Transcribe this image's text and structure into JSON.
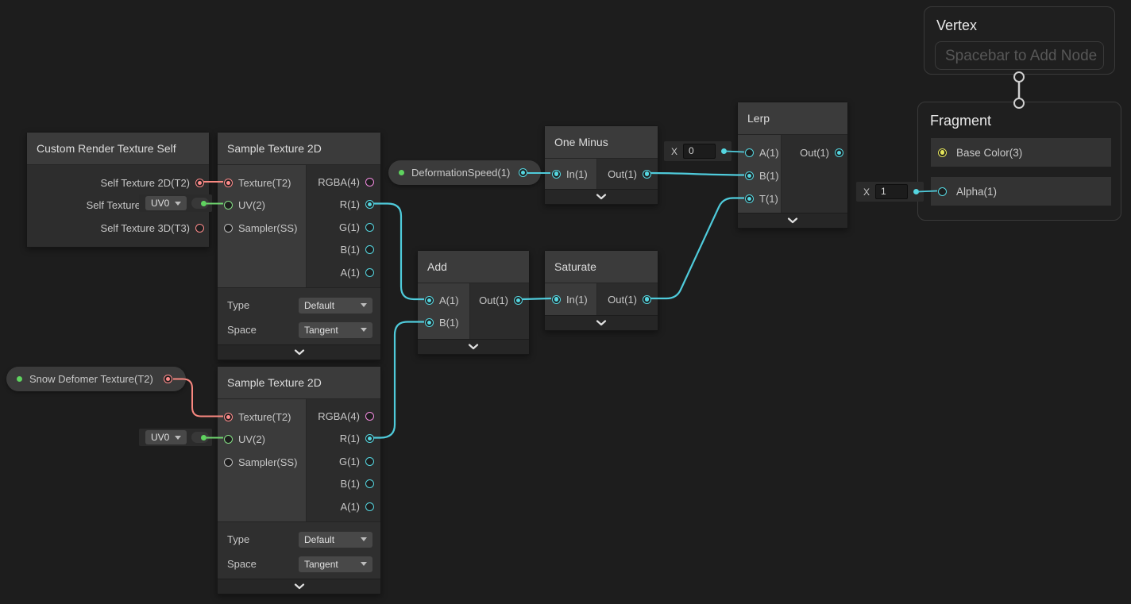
{
  "colors": {
    "canvas_bg": "#1D1D1D",
    "node_bg": "#2C2C2C",
    "node_header_bg": "#3B3B3B",
    "port_float_cyan": "#55D6E0",
    "port_vector2_green": "#84DE84",
    "port_texture_salmon": "#FF8B8B",
    "port_vector4_pink": "#F28BDF",
    "port_vector3_yellow": "#E5E55B",
    "property_dot_green": "#5FD35F",
    "edge_gradient_end": "#D8DE8C",
    "stack_connector_white": "#CFCFCF"
  },
  "nodes": {
    "custom_render_texture_self": {
      "title": "Custom Render Texture Self",
      "outputs": [
        "Self Texture 2D(T2)",
        "Self Texture",
        "Self Texture 3D(T3)"
      ]
    },
    "sample_texture_1": {
      "title": "Sample Texture 2D",
      "inputs": [
        "Texture(T2)",
        "UV(2)",
        "Sampler(SS)"
      ],
      "outputs": [
        "RGBA(4)",
        "R(1)",
        "G(1)",
        "B(1)",
        "A(1)"
      ],
      "controls": [
        {
          "label": "Type",
          "value": "Default"
        },
        {
          "label": "Space",
          "value": "Tangent"
        }
      ]
    },
    "sample_texture_2": {
      "title": "Sample Texture 2D",
      "inputs": [
        "Texture(T2)",
        "UV(2)",
        "Sampler(SS)"
      ],
      "outputs": [
        "RGBA(4)",
        "R(1)",
        "G(1)",
        "B(1)",
        "A(1)"
      ],
      "controls": [
        {
          "label": "Type",
          "value": "Default"
        },
        {
          "label": "Space",
          "value": "Tangent"
        }
      ]
    },
    "add": {
      "title": "Add",
      "inputs": [
        "A(1)",
        "B(1)"
      ],
      "output": "Out(1)"
    },
    "saturate": {
      "title": "Saturate",
      "inputs": [
        "In(1)"
      ],
      "output": "Out(1)"
    },
    "one_minus": {
      "title": "One Minus",
      "inputs": [
        "In(1)"
      ],
      "output": "Out(1)"
    },
    "lerp": {
      "title": "Lerp",
      "inputs": [
        "A(1)",
        "B(1)",
        "T(1)"
      ],
      "output": "Out(1)"
    },
    "vertex": {
      "title": "Vertex",
      "placeholder": "Spacebar to Add Node"
    },
    "fragment": {
      "title": "Fragment",
      "inputs": [
        "Base Color(3)",
        "Alpha(1)"
      ]
    }
  },
  "properties": {
    "deformation_speed": {
      "label": "DeformationSpeed(1)"
    },
    "snow_deformer": {
      "label": "Snow Defomer Texture(T2)"
    }
  },
  "inline_values": {
    "lerp_a": {
      "label": "X",
      "value": "0"
    },
    "alpha": {
      "label": "X",
      "value": "1"
    },
    "uv_channel_1": {
      "value": "UV0"
    },
    "uv_channel_2": {
      "value": "UV0"
    }
  }
}
